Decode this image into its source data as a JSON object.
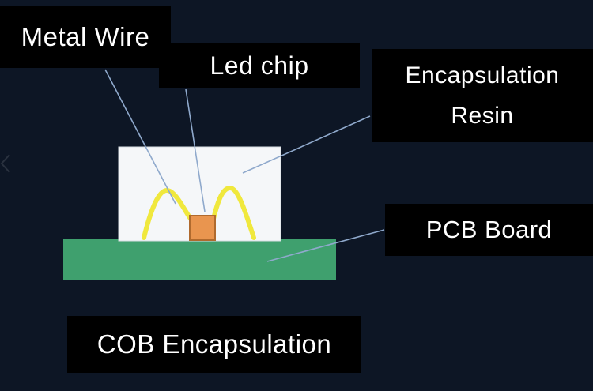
{
  "page": {
    "background": "#0d1625"
  },
  "labels": {
    "metal_wire": "Metal Wire",
    "led_chip": "Led chip",
    "encapsulation_resin": [
      "Encapsulation",
      "Resin"
    ],
    "pcb_board": "PCB Board",
    "cob_encapsulation": "COB Encapsulation"
  },
  "colors": {
    "pcb": "#3fa06e",
    "resin": "#f5f7f9",
    "resin_border": "#d8dde3",
    "chip": "#e9954f",
    "chip_border": "#b06a2e",
    "wire": "#f0e83d",
    "connector": "#8fa9cc",
    "label_background": "#000000",
    "label_text": "#ffffff"
  }
}
